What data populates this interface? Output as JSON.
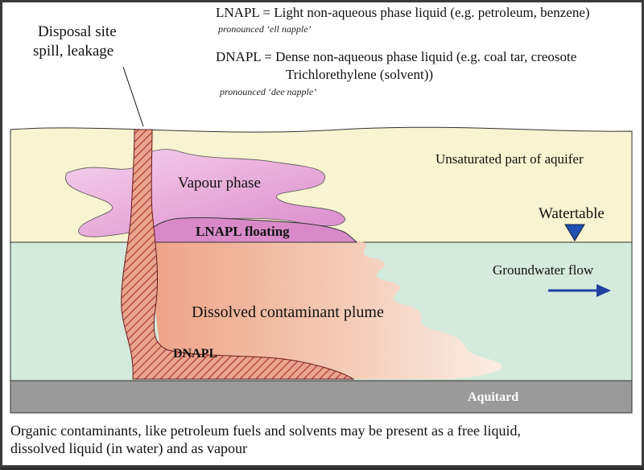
{
  "legend": {
    "lnapl_def": "LNAPL = Light non-aqueous phase liquid (e.g. petroleum, benzene)",
    "lnapl_pron": "pronounced ‘ell napple’",
    "dnapl_def_line1": "DNAPL = Dense non-aqueous phase liquid (e.g. coal tar, creosote",
    "dnapl_def_line2": "Trichlorethylene (solvent))",
    "dnapl_pron": "pronounced ‘dee napple’"
  },
  "source": {
    "line1": "Disposal site",
    "line2": "spill, leakage"
  },
  "labels": {
    "unsaturated": "Unsaturated part of aquifer",
    "vapour": "Vapour phase",
    "lnapl_floating": "LNAPL floating",
    "watertable": "Watertable",
    "groundwater_flow": "Groundwater flow",
    "plume": "Dissolved contaminant plume",
    "dnapl": "DNAPL",
    "aquitard": "Aquitard"
  },
  "caption": {
    "line1": "Organic contaminants, like petroleum fuels and solvents may be present as a free liquid,",
    "line2": "dissolved liquid (in water) and as vapour"
  },
  "colors": {
    "unsaturated_zone": "#f8f3d0",
    "saturated_zone": "#d3eadc",
    "aquitard": "#9a9a9a",
    "vapour": "#e6a6d8",
    "lnapl": "#d88ac8",
    "plume": "#f0a888",
    "dnapl_hatch": "#d07070",
    "flow_arrow": "#2040a0"
  }
}
